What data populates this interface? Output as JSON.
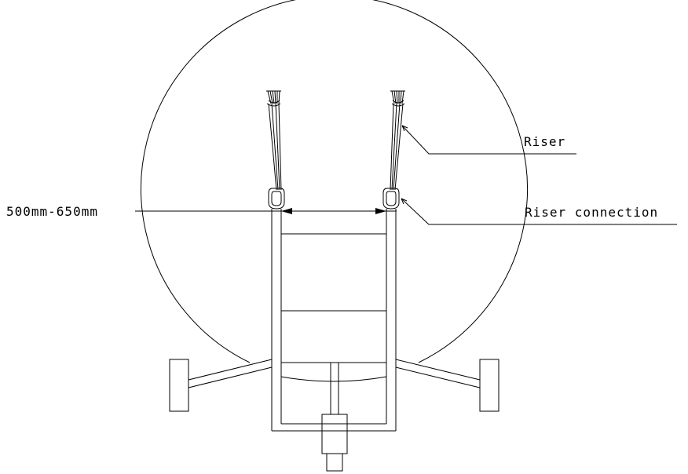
{
  "labels": {
    "riser": "Riser",
    "riser_connection": "Riser connection",
    "dimension": "500mm-650mm"
  },
  "colors": {
    "line": "#000000",
    "background": "#ffffff"
  }
}
